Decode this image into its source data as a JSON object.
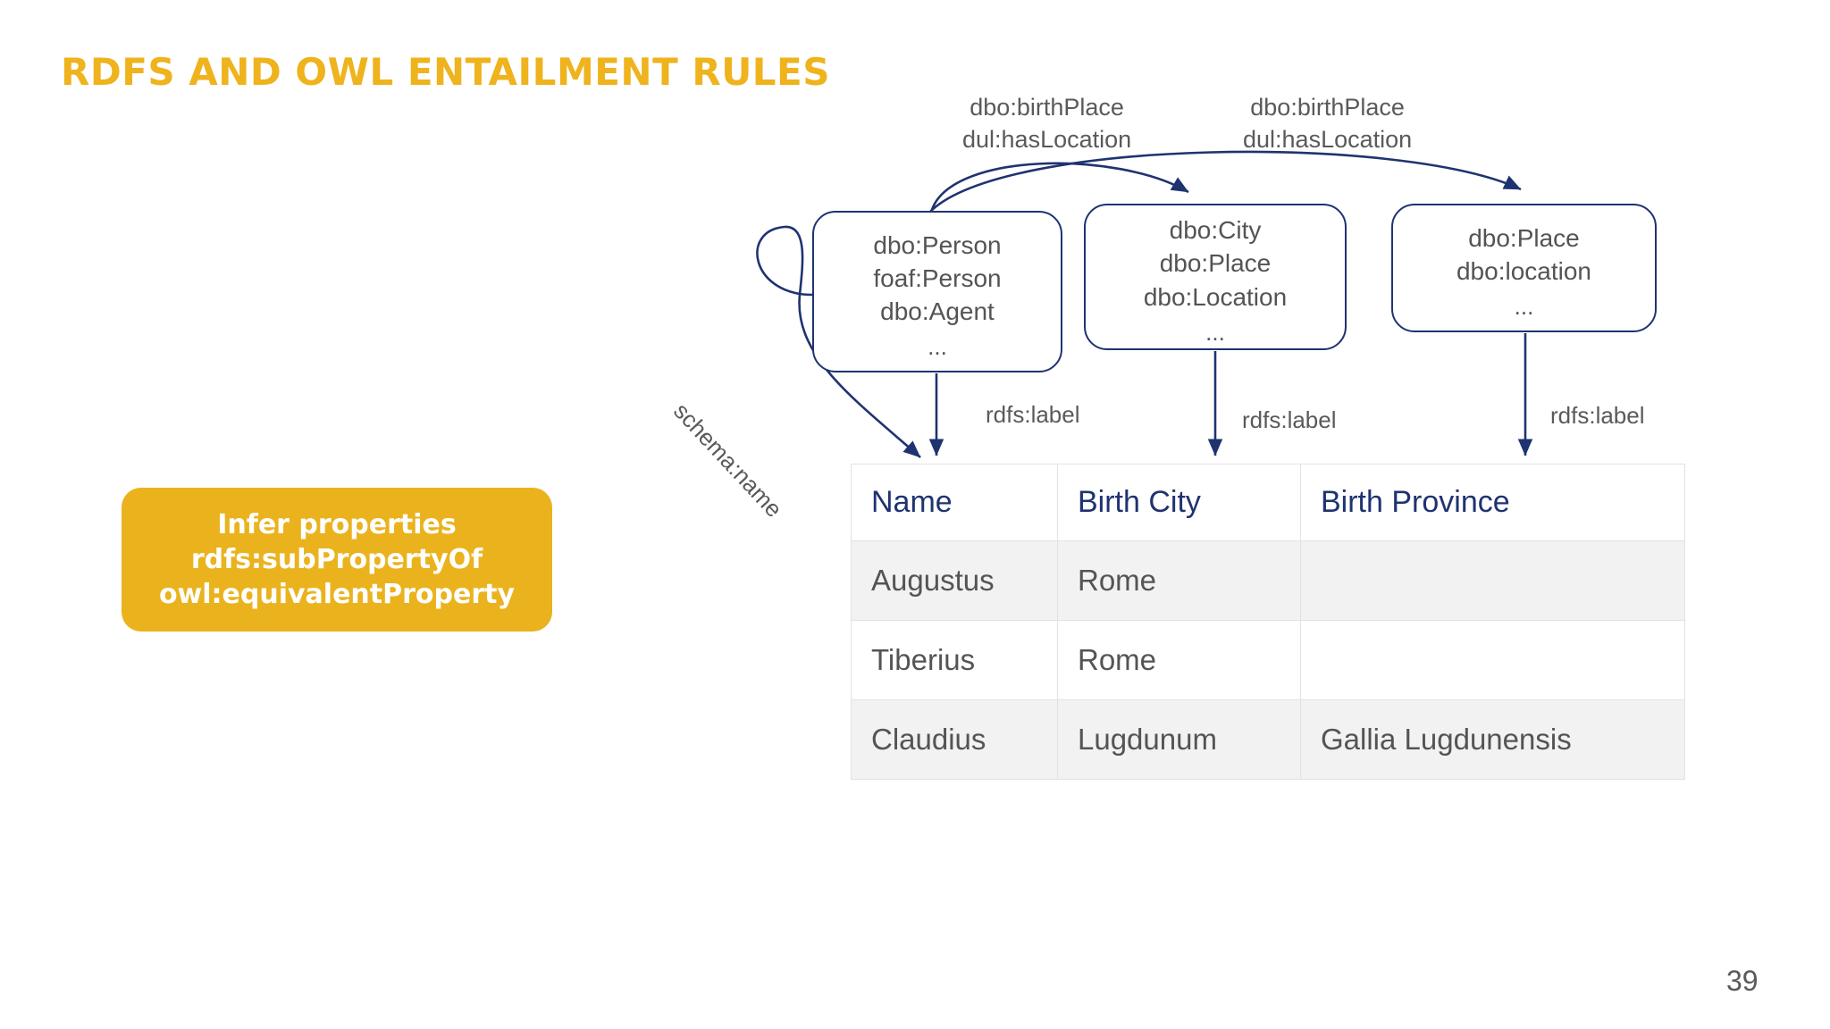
{
  "slide": {
    "title": "RDFS AND OWL ENTAILMENT RULES",
    "page_number": "39",
    "accent_color": "#eab31e",
    "node_border_color": "#1f3370",
    "header_text_color": "#1f3370",
    "body_text_color": "#545454"
  },
  "callout": {
    "name": "infer-properties-callout",
    "background_color": "#eab31e",
    "lines": [
      "Infer properties",
      "rdfs:subPropertyOf",
      "owl:equivalentProperty"
    ]
  },
  "diagram": {
    "nodes": [
      {
        "id": "person",
        "lines": [
          "dbo:Person",
          "foaf:Person",
          "dbo:Agent"
        ],
        "ellipsis": "..."
      },
      {
        "id": "city",
        "lines": [
          "dbo:City",
          "dbo:Place",
          "dbo:Location"
        ],
        "ellipsis": "..."
      },
      {
        "id": "place",
        "lines": [
          "dbo:Place",
          "dbo:location"
        ],
        "ellipsis": "..."
      }
    ],
    "edge_labels": [
      {
        "id": "person-to-city",
        "lines": [
          "dbo:birthPlace",
          "dul:hasLocation"
        ]
      },
      {
        "id": "person-to-place",
        "lines": [
          "dbo:birthPlace",
          "dul:hasLocation"
        ]
      }
    ],
    "property_labels": {
      "schema_name": "schema:name",
      "rdfs_label_1": "rdfs:label",
      "rdfs_label_2": "rdfs:label",
      "rdfs_label_3": "rdfs:label"
    }
  },
  "table": {
    "name": "results-table",
    "columns": [
      "Name",
      "Birth City",
      "Birth Province"
    ],
    "rows": [
      {
        "name": "Augustus",
        "birth_city": "Rome",
        "birth_province": ""
      },
      {
        "name": "Tiberius",
        "birth_city": "Rome",
        "birth_province": ""
      },
      {
        "name": "Claudius",
        "birth_city": "Lugdunum",
        "birth_province": "Gallia Lugdunensis"
      }
    ]
  }
}
